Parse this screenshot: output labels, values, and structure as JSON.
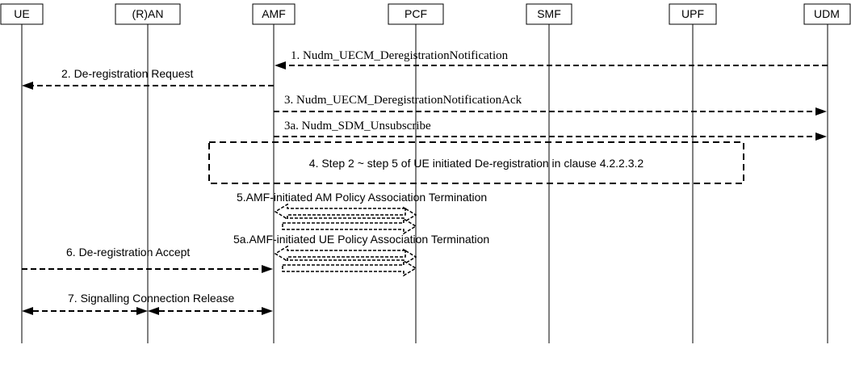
{
  "actors": [
    {
      "id": "ue",
      "label": "UE"
    },
    {
      "id": "ran",
      "label": "(R)AN"
    },
    {
      "id": "amf",
      "label": "AMF"
    },
    {
      "id": "pcf",
      "label": "PCF"
    },
    {
      "id": "smf",
      "label": "SMF"
    },
    {
      "id": "upf",
      "label": "UPF"
    },
    {
      "id": "udm",
      "label": "UDM"
    }
  ],
  "messages": {
    "m1": "1. Nudm_UECM_DeregistrationNotification",
    "m2": "2. De-registration Request",
    "m3": "3. Nudm_UECM_DeregistrationNotificationAck",
    "m3a": "3a. Nudm_SDM_Unsubscribe",
    "m4": "4. Step 2 ~ step 5 of UE initiated De-registration in clause 4.2.2.3.2",
    "m5": "5.AMF-initiated AM Policy Association Termination",
    "m5a": "5a.AMF-initiated UE Policy Association Termination",
    "m6": "6. De-registration Accept",
    "m7": "7. Signalling Connection Release"
  }
}
